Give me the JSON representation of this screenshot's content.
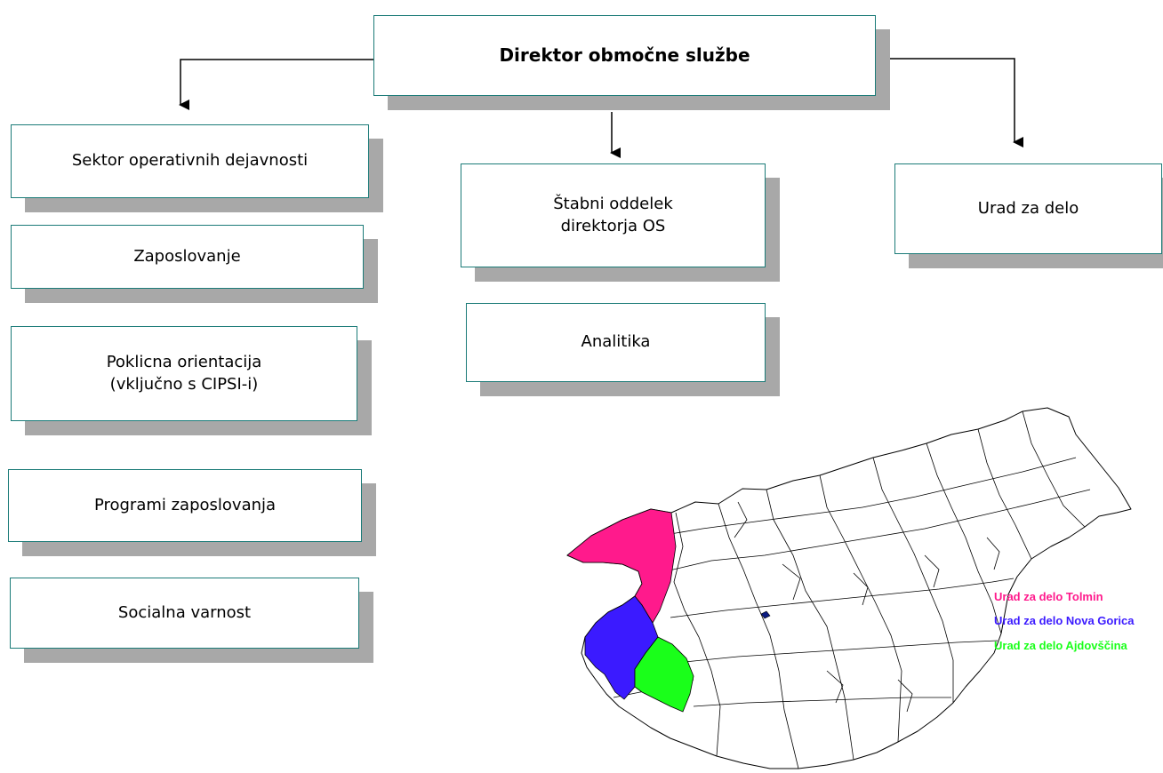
{
  "director": {
    "label": "Direktor območne službe"
  },
  "left_column": [
    {
      "label": "Sektor operativnih dejavnosti"
    },
    {
      "label": "Zaposlovanje"
    },
    {
      "label": "Poklicna orientacija\n(vključno s CIPSI-i)"
    },
    {
      "label": "Programi zaposlovanja"
    },
    {
      "label": "Socialna varnost"
    }
  ],
  "center_column": [
    {
      "label": "Štabni oddelek\ndirektorja OS"
    },
    {
      "label": "Analitika"
    }
  ],
  "right_column": [
    {
      "label": "Urad za delo"
    }
  ],
  "map": {
    "legend": [
      {
        "label": "Urad za delo Tolmin",
        "color": "#ff1a8c"
      },
      {
        "label": "Urad za delo Nova Gorica",
        "color": "#3b1aff"
      },
      {
        "label": "Urad za delo Ajdovščina",
        "color": "#1aff1a"
      }
    ]
  },
  "colors": {
    "box_border": "#1b7b78",
    "box_shadow": "#a8a8a8",
    "connector": "#000000"
  }
}
